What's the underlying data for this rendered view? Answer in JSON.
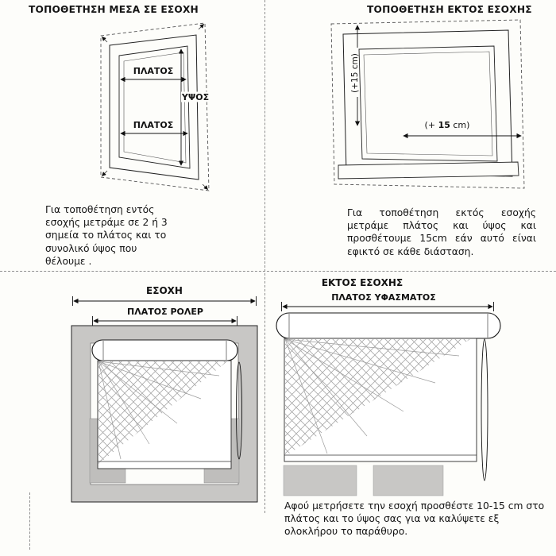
{
  "top_left": {
    "title": "ΤΟΠΟΘΕΤΗΣΗ ΜΕΣΑ ΣΕ ΕΣΟΧΗ",
    "label_width_top": "ΠΛΑΤΟΣ",
    "label_width_bottom": "ΠΛΑΤΟΣ",
    "label_height": "ΥΨΟΣ",
    "caption": "Για τοποθέτηση εντός εσοχής μετράμε σε 2 ή 3 σημεία το πλάτος και το συνολικό ύψος που θέλουμε ."
  },
  "top_right": {
    "title": "ΤΟΠΟΘΕΤΗΣΗ ΕΚΤΟΣ ΕΣΟΧΗΣ",
    "label_plus15_vertical": "(+15 cm)",
    "label_plus15_prefix": "(+ ",
    "label_plus15_value": "15",
    "label_plus15_suffix": " cm)",
    "caption": "Για τοποθέτηση εκτός εσοχής μετράμε πλάτος και ύψος και προσθέτουμε 15cm εάν αυτό είναι εφικτό σε κάθε διάσταση."
  },
  "bottom_left": {
    "label_recess": "ΕΣΟΧΗ",
    "label_roller_width": "ΠΛΑΤΟΣ ΡΟΛΕΡ"
  },
  "bottom_right": {
    "title": "ΕΚΤΟΣ ΕΣΟΧΗΣ",
    "label_fabric_width": "ΠΛΑΤΟΣ ΥΦΑΣΜΑΤΟΣ",
    "caption": "Αφού μετρήσετε την εσοχή προσθέστε 10-15 cm στο πλάτος και το ύψος σας για να καλύψετε εξ ολοκλήρου το παράθυρο."
  },
  "colors": {
    "frame_grey": "#c8c7c5",
    "line_black": "#1a1a1a",
    "background": "#fdfdfa"
  }
}
